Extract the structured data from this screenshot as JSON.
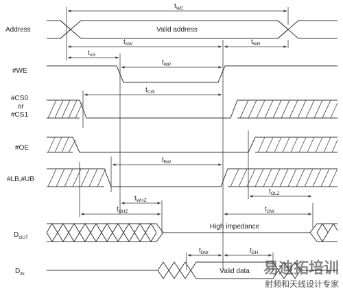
{
  "signals": {
    "address": "Address",
    "we": "#WE",
    "cs_line1": "#CS0",
    "cs_line2": "or",
    "cs_line3": "#CS1",
    "oe": "#OE",
    "lb_ub": "#LB,#UB",
    "dout_main": "D",
    "dout_sub": "OUT",
    "din_main": "D",
    "din_sub": "IN"
  },
  "bus_text": {
    "valid_address": "Valid address",
    "high_impedance": "High impedance",
    "valid_data": "Valid data"
  },
  "timing": {
    "t_wc": {
      "main": "t",
      "sub": "WC"
    },
    "t_aw": {
      "main": "t",
      "sub": "AW"
    },
    "t_wr": {
      "main": "t",
      "sub": "WR"
    },
    "t_as": {
      "main": "t",
      "sub": "AS"
    },
    "t_wp": {
      "main": "t",
      "sub": "WP"
    },
    "t_cw": {
      "main": "t",
      "sub": "CW"
    },
    "t_bw": {
      "main": "t",
      "sub": "BW"
    },
    "t_olz": {
      "main": "t",
      "sub": "OLZ"
    },
    "t_whz": {
      "main": "t",
      "sub": "WHZ"
    },
    "t_ohz": {
      "main": "t",
      "sub": "OHZ"
    },
    "t_ow": {
      "main": "t",
      "sub": "OW"
    },
    "t_dw": {
      "main": "t",
      "sub": "DW"
    },
    "t_dh": {
      "main": "t",
      "sub": "DH"
    }
  },
  "watermark": {
    "logo": "易迪拓培训",
    "tagline": "射频和天线设计专家"
  },
  "colors": {
    "line": "#333333",
    "watermark_red": "#e8454b"
  }
}
